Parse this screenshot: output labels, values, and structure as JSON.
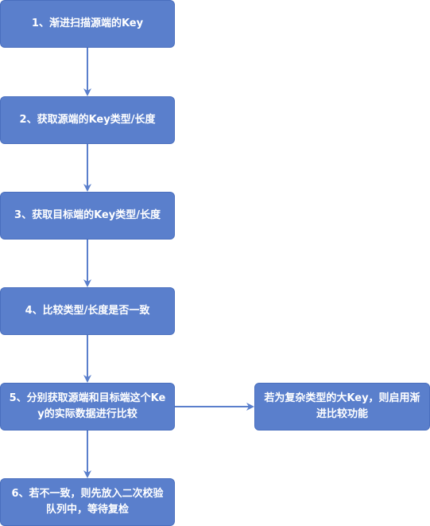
{
  "diagram": {
    "colors": {
      "node_fill": "#5a7fcc",
      "node_text": "#ffffff",
      "arrow": "#5a7fcc"
    },
    "nodes": [
      {
        "id": "n1",
        "label": "1、渐进扫描源端的Key"
      },
      {
        "id": "n2",
        "label": "2、获取源端的Key类型/长度"
      },
      {
        "id": "n3",
        "label": "3、获取目标端的Key类型/长度"
      },
      {
        "id": "n4",
        "label": "4、比较类型/长度是否一致"
      },
      {
        "id": "n5",
        "label": "5、分别获取源端和目标端这个Key的实际数据进行比较"
      },
      {
        "id": "n6",
        "label": "6、若不一致，则先放入二次校验队列中，等待复检"
      },
      {
        "id": "n7",
        "label": "若为复杂类型的大Key，则启用渐进比较功能"
      }
    ],
    "edges": [
      {
        "from": "n1",
        "to": "n2"
      },
      {
        "from": "n2",
        "to": "n3"
      },
      {
        "from": "n3",
        "to": "n4"
      },
      {
        "from": "n4",
        "to": "n5"
      },
      {
        "from": "n5",
        "to": "n6"
      },
      {
        "from": "n5",
        "to": "n7"
      }
    ]
  }
}
